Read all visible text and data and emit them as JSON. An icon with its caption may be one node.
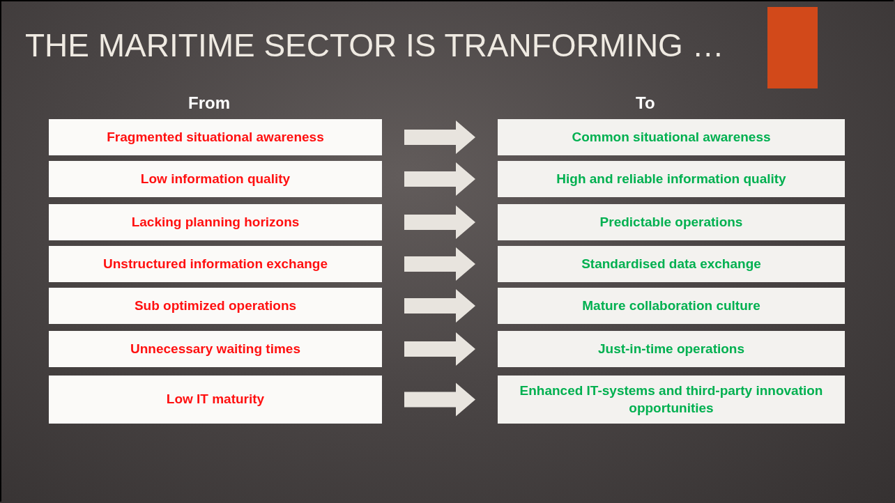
{
  "diagram": {
    "title": "THE MARITIME SECTOR IS TRANFORMING …",
    "nodes": [
      {
        "text": [
          "Fragmented situational awareness"
        ]
      },
      {
        "text": [
          "Common situational awareness"
        ]
      },
      {
        "text": [
          "Low information quality"
        ]
      },
      {
        "text": [
          "High and reliable information quality"
        ]
      },
      {
        "text": [
          "Lacking planning horizons"
        ]
      },
      {
        "text": [
          "Predictable operations"
        ]
      },
      {
        "text": [
          "Unstructured information exchange"
        ]
      },
      {
        "text": [
          "Standardised data exchange"
        ]
      },
      {
        "text": [
          "Sub optimized operations"
        ]
      },
      {
        "text": [
          "Mature collaboration culture"
        ]
      },
      {
        "text": [
          "Unnecessary waiting times"
        ]
      },
      {
        "text": [
          "Just-in-time operations"
        ]
      },
      {
        "text": [
          "Low IT maturity"
        ]
      },
      {
        "text": [
          "Enhanced IT-systems and third-party innovation opportunities"
        ]
      }
    ],
    "edges": [
      {
        "from": 0,
        "to": 1,
        "arrow": "to",
        "style": "thick"
      },
      {
        "from": 2,
        "to": 3,
        "arrow": "to",
        "style": "thick"
      },
      {
        "from": 4,
        "to": 5,
        "arrow": "to",
        "style": "thick"
      },
      {
        "from": 6,
        "to": 7,
        "arrow": "to",
        "style": "thick"
      },
      {
        "from": 8,
        "to": 9,
        "arrow": "to",
        "style": "thick"
      },
      {
        "from": 10,
        "to": 11,
        "arrow": "to",
        "style": "thick"
      },
      {
        "from": 12,
        "to": 13,
        "arrow": "to",
        "style": "thick"
      }
    ],
    "labels": [
      "From",
      "To"
    ]
  }
}
